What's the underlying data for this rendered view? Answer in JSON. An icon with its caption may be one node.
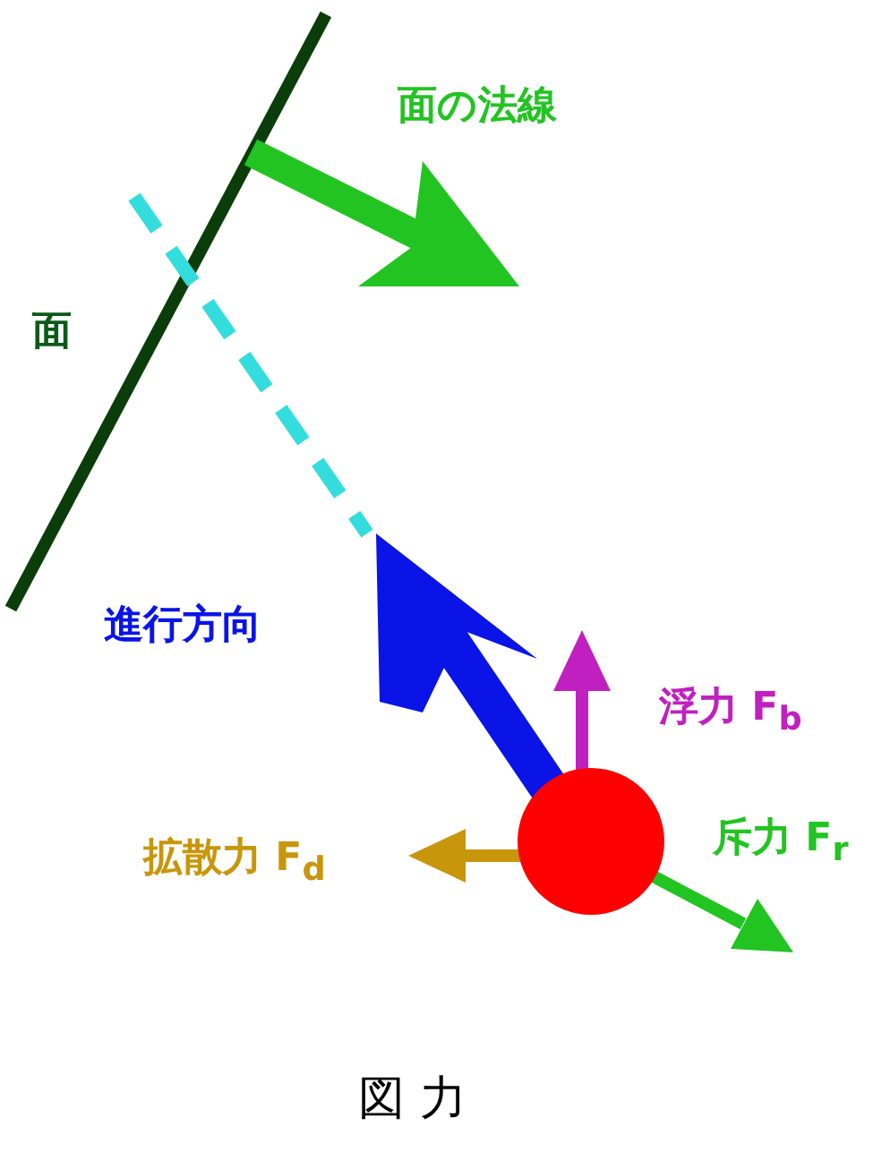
{
  "diagram": {
    "caption": "図 力",
    "labels": [
      "面の法線",
      "面",
      "進行方向",
      "浮力 F$_{b}$",
      "拡散力 F$_{d}$",
      "斥力 F$_{r}$"
    ]
  }
}
